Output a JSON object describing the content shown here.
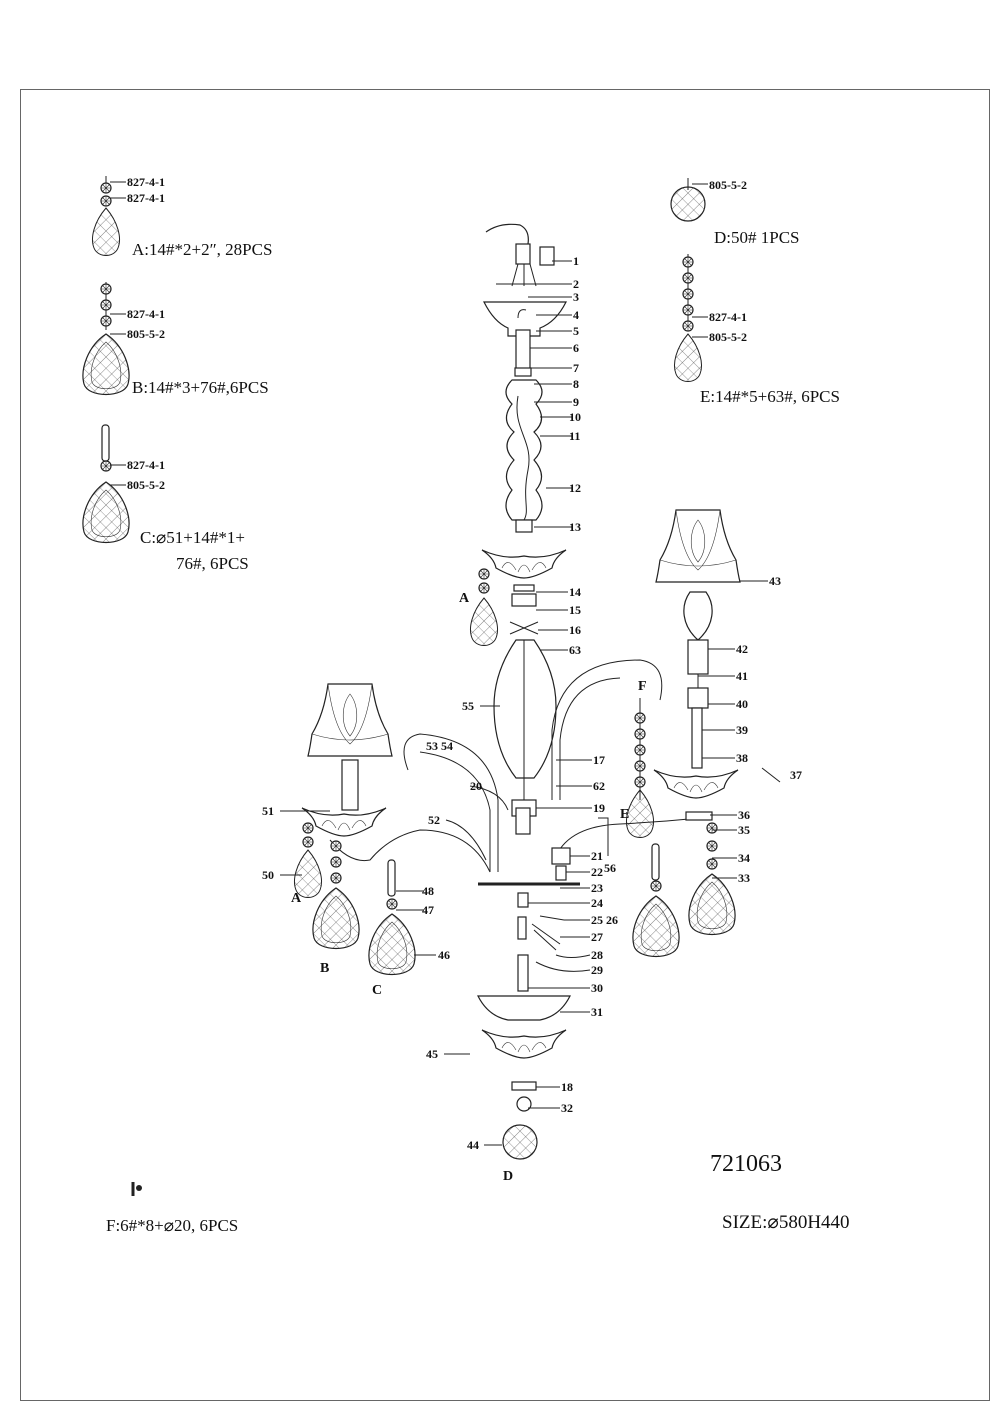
{
  "legend": {
    "A": {
      "codes": [
        "827-4-1",
        "827-4-1"
      ],
      "label": "A:14#*2+2″, 28PCS"
    },
    "B": {
      "codes": [
        "827-4-1",
        "805-5-2"
      ],
      "label": "B:14#*3+76#,6PCS"
    },
    "C": {
      "codes": [
        "827-4-1",
        "805-5-2"
      ],
      "label_line1": "C:⌀51+14#*1+",
      "label_line2": "76#, 6PCS"
    },
    "D": {
      "codes": [
        "805-5-2"
      ],
      "label": "D:50#  1PCS"
    },
    "E": {
      "codes": [
        "827-4-1",
        "805-5-2"
      ],
      "label": "E:14#*5+63#, 6PCS"
    },
    "F": {
      "label": "F:6#*8+⌀20, 6PCS"
    }
  },
  "model_number": "721063",
  "size": "SIZE:⌀580H440",
  "letters": {
    "A": "A",
    "B": "B",
    "C": "C",
    "D": "D",
    "E": "E",
    "F": "F"
  },
  "callouts": {
    "c1": "1",
    "c2": "2",
    "c3": "3",
    "c4": "4",
    "c5": "5",
    "c6": "6",
    "c7": "7",
    "c8": "8",
    "c9": "9",
    "c10": "10",
    "c11": "11",
    "c12": "12",
    "c13": "13",
    "c14": "14",
    "c15": "15",
    "c16": "16",
    "c63": "63",
    "c55": "55",
    "c17": "17",
    "c62": "62",
    "c19": "19",
    "c20": "20",
    "c21": "21",
    "c22": "22",
    "c23": "23",
    "c24": "24",
    "c2526": "25 26",
    "c27": "27",
    "c28": "28",
    "c29": "29",
    "c30": "30",
    "c31": "31",
    "c18": "18",
    "c32": "32",
    "c44": "44",
    "c45": "45",
    "c43": "43",
    "c42": "42",
    "c41": "41",
    "c40": "40",
    "c39": "39",
    "c38": "38",
    "c37": "37",
    "c36": "36",
    "c35": "35",
    "c34": "34",
    "c33": "33",
    "c56": "56",
    "c51": "51",
    "c50": "50",
    "c52": "52",
    "c5354": "53 54",
    "c48": "48",
    "c47": "47",
    "c46": "46"
  }
}
